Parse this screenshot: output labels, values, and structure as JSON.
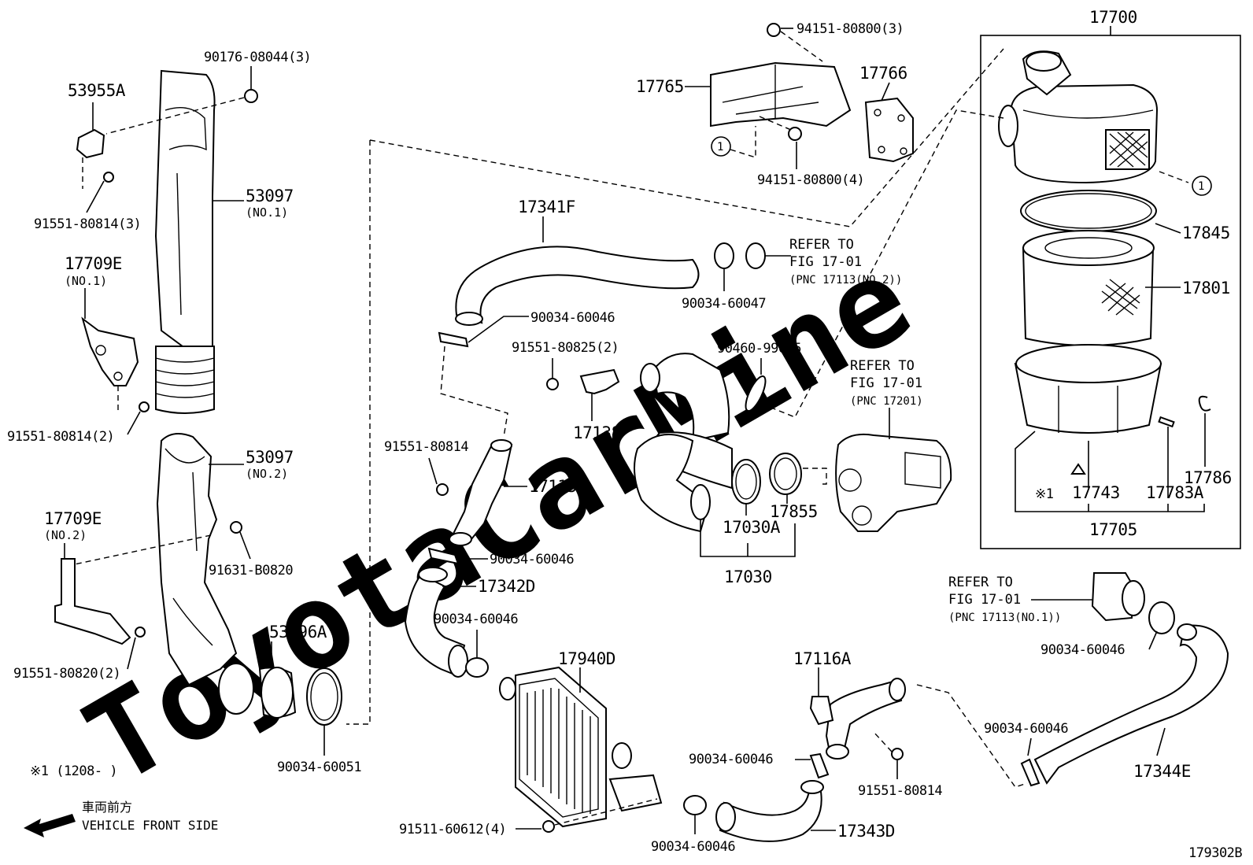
{
  "watermark": "ToyotaCarMine",
  "figure_id": "179302B",
  "footnote": "※1 (1208-     )",
  "front_side": {
    "jp": "車両前方",
    "en": "VEHICLE FRONT SIDE"
  },
  "labels": {
    "p17700": "17700",
    "p94151_3": "94151-80800(3)",
    "p17765": "17765",
    "p17766": "17766",
    "p94151_4": "94151-80800(4)",
    "circle1": "1",
    "p90176": "90176-08044(3)",
    "p53955A": "53955A",
    "p91551_3": "91551-80814(3)",
    "p53097_1": "53097",
    "q53097_1": "(NO.1)",
    "p17709E_1": "17709E",
    "q17709E_1": "(NO.1)",
    "p91551_2a": "91551-80814(2)",
    "p53097_2": "53097",
    "q53097_2": "(NO.2)",
    "p17709E_2": "17709E",
    "q17709E_2": "(NO.2)",
    "p91631": "91631-B0820",
    "p53996A": "53996A",
    "p91551_820": "91551-80820(2)",
    "p90034_051": "90034-60051",
    "p17341F": "17341F",
    "p90034_a": "90034-60046",
    "p91551_825": "91551-80825(2)",
    "p17138": "17138",
    "p91551_814a": "91551-80814",
    "p17115A": "17115A",
    "p90034_b": "90034-60046",
    "p17342D": "17342D",
    "p90034_c": "90034-60046",
    "p17940D": "17940D",
    "p91511": "91511-60612(4)",
    "p90034_047": "90034-60047",
    "ref1_a": "REFER TO",
    "ref1_b": "FIG 17-01",
    "ref1_c": "(PNC 17113(NO.2))",
    "p90460": "90460-99005",
    "ref2_a": "REFER TO",
    "ref2_b": "FIG 17-01",
    "ref2_c": "(PNC 17201)",
    "p17030A": "17030A",
    "p17855": "17855",
    "p17030": "17030",
    "p17845": "17845",
    "p17801": "17801",
    "p17786": "17786",
    "p17743": "17743",
    "p17743_mark": "※1",
    "p17783A": "17783A",
    "p17705": "17705",
    "ref3_a": "REFER TO",
    "ref3_b": "FIG 17-01",
    "ref3_c": "(PNC 17113(NO.1))",
    "p90034_d": "90034-60046",
    "p17116A": "17116A",
    "p90034_e": "90034-60046",
    "p91551_814b": "91551-80814",
    "p90034_f": "90034-60046",
    "p17343D": "17343D",
    "p90034_g": "90034-60046",
    "p17344E": "17344E"
  }
}
